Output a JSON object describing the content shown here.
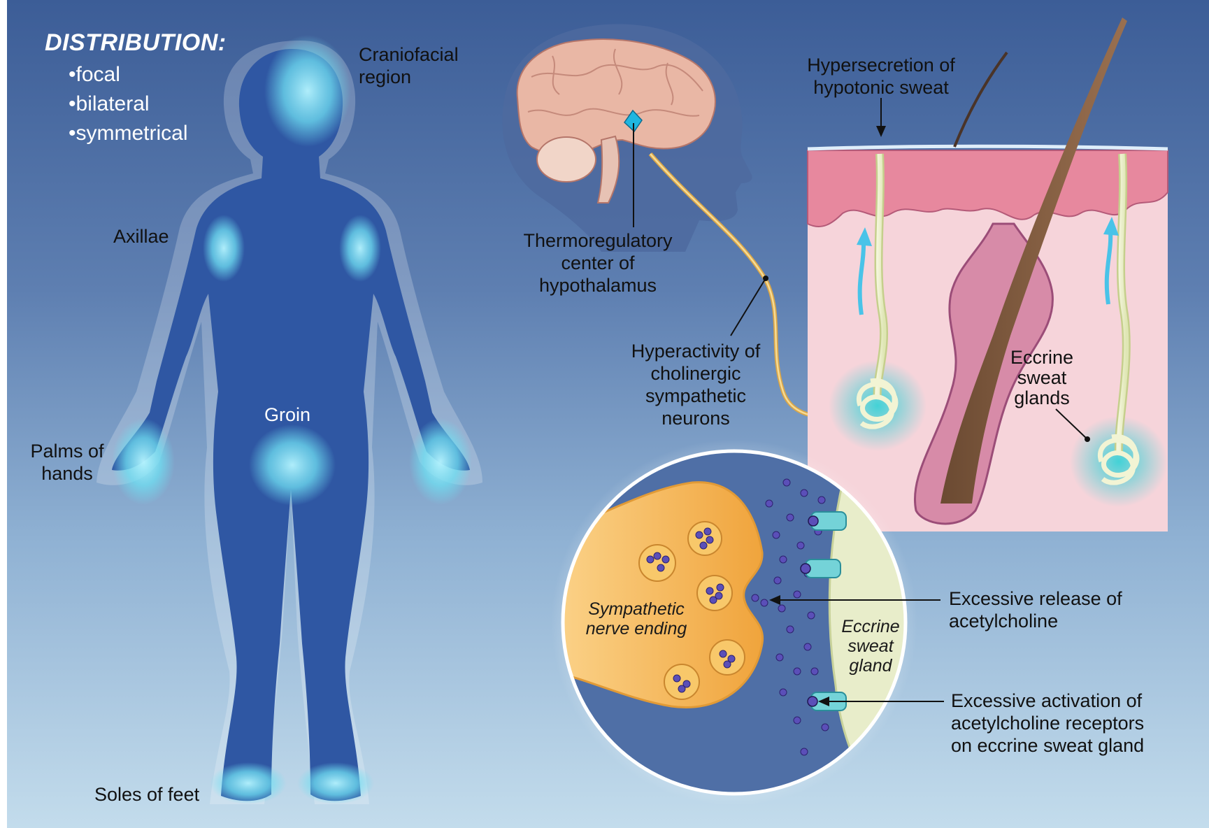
{
  "distribution": {
    "title": "DISTRIBUTION:",
    "items": [
      "focal",
      "bilateral",
      "symmetrical"
    ]
  },
  "body_regions": {
    "craniofacial": "Craniofacial\nregion",
    "axillae": "Axillae",
    "groin": "Groin",
    "palms": "Palms of\nhands",
    "soles": "Soles of feet"
  },
  "brain": {
    "thermoregulatory": "Thermoregulatory\ncenter of\nhypothalamus"
  },
  "nerve": {
    "hyperactivity": "Hyperactivity of\ncholinergic\nsympathetic\nneurons"
  },
  "skin": {
    "hypersecretion": "Hypersecretion of\nhypotonic sweat",
    "eccrine_glands": "Eccrine\nsweat\nglands"
  },
  "synapse": {
    "nerve_ending": "Sympathetic\nnerve ending",
    "gland": "Eccrine\nsweat\ngland",
    "release": "Excessive release of\nacetylcholine",
    "activation": "Excessive activation of\nacetylcholine receptors\non eccrine sweat gland"
  },
  "colors": {
    "body": "#2f5aa5",
    "glow": "#7fe4f5",
    "skin": "#f4cdd5",
    "epidermis": "#e6899e",
    "nerve": "#f4b24a",
    "neurotransmitter": "#4a3c9e"
  }
}
